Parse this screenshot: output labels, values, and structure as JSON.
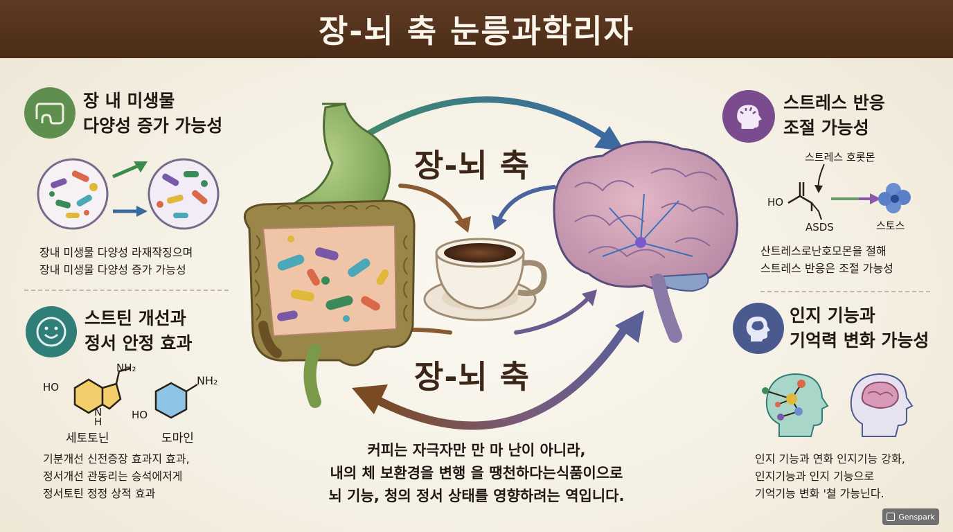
{
  "title": "장-뇌 축 눈릉과학리자",
  "axis_label_top": "장-뇌 축",
  "axis_label_bottom": "장-뇌 축",
  "left_top": {
    "heading_line1": "장 내 미생물",
    "heading_line2": "다양성 증가 가능성",
    "body_line1": "장내 미생물 다양성 라재작징으며",
    "body_line2": "장내 미생물 다양성 증가 가능성"
  },
  "left_bottom": {
    "heading_line1": "스트틴 개선과",
    "heading_line2": "정서 안정 효과",
    "molecule1": {
      "name": "세토토닌",
      "group_oh": "HO",
      "group_nh2": "NH₂",
      "group_h": "N H"
    },
    "molecule2": {
      "name": "도마인",
      "group_oh": "HO",
      "group_nh2": "NH₂"
    },
    "body_line1": "기분개선 신전증장 효과지 효과,",
    "body_line2": "정서개선 관동리는 승석에저게",
    "body_line3": "정서토틴 정정 상적 효과"
  },
  "right_top": {
    "heading_line1": "스트레스 반응",
    "heading_line2": "조절 가능성",
    "hormone_label": "스트레스 호롯몬",
    "group_ho": "HO",
    "asds_label": "ASDS",
    "stress_label": "스토스",
    "body_line1": "산트레스로난호모몬을 절해",
    "body_line2": "스트레스 반응은 조절 가능성"
  },
  "right_bottom": {
    "heading_line1": "인지 기능과",
    "heading_line2": "기억력 변화 가능성",
    "body_line1": "인지 기능과 연화 인지기능 강화,",
    "body_line2": "인지기능과 인지 기능으로",
    "body_line3": "기억기능 변화 '쳘 가능닌다."
  },
  "center_caption": {
    "line1": "커피는 자극자만 만 마 난이 아니라,",
    "line2": "내의 체 보환경을 변행 을 땡천하다는식품이으로",
    "line3": "뇌 기능, 청의 정서 상태를 영향하려는 역입니다."
  },
  "brand": "Genspark",
  "colors": {
    "banner": "#4f2f1a",
    "green": "#5f8f4e",
    "teal": "#2f7e78",
    "purple": "#7a4c8e",
    "navy": "#4a5a8e",
    "arrow_brown": "#7a4a2a"
  },
  "icons": {
    "left_top": "intestine-icon",
    "left_bottom": "smiley-icon",
    "right_top": "head-stress-icon",
    "right_bottom": "head-brain-icon"
  }
}
